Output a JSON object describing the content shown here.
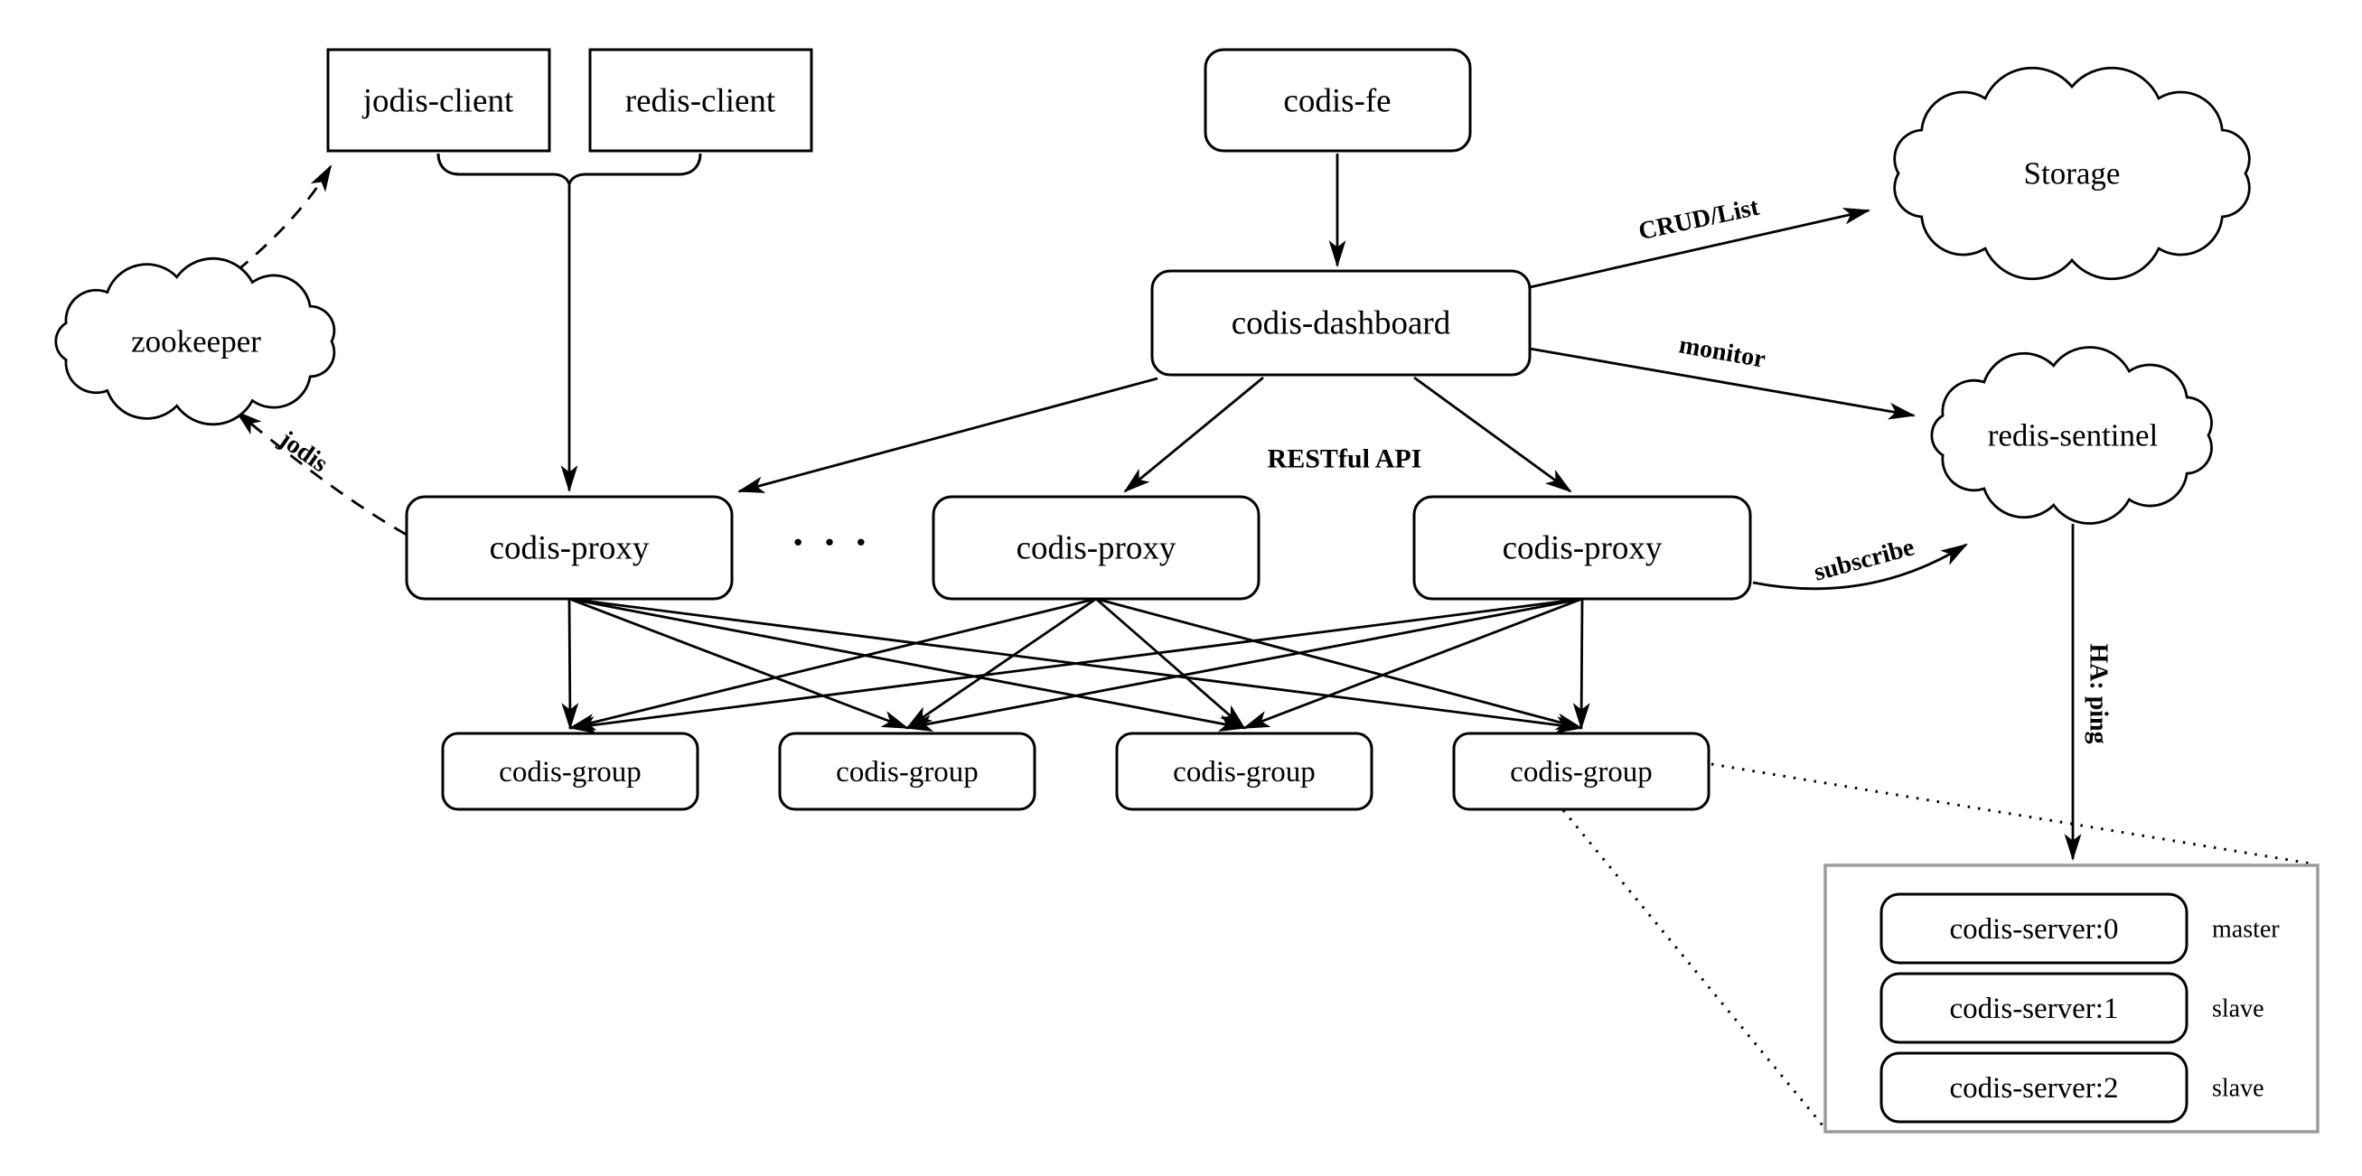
{
  "nodes": {
    "jodis_client": {
      "label": "jodis-client"
    },
    "redis_client": {
      "label": "redis-client"
    },
    "codis_fe": {
      "label": "codis-fe"
    },
    "storage": {
      "label": "Storage"
    },
    "zookeeper": {
      "label": "zookeeper"
    },
    "codis_dashboard": {
      "label": "codis-dashboard"
    },
    "redis_sentinel": {
      "label": "redis-sentinel"
    },
    "proxy_ellipsis": "· · ·",
    "proxies": [
      {
        "label": "codis-proxy"
      },
      {
        "label": "codis-proxy"
      },
      {
        "label": "codis-proxy"
      }
    ],
    "groups": [
      {
        "label": "codis-group"
      },
      {
        "label": "codis-group"
      },
      {
        "label": "codis-group"
      },
      {
        "label": "codis-group"
      }
    ],
    "servers": [
      {
        "label": "codis-server:0",
        "role": "master"
      },
      {
        "label": "codis-server:1",
        "role": "slave"
      },
      {
        "label": "codis-server:2",
        "role": "slave"
      }
    ]
  },
  "edge_labels": {
    "crud_list": "CRUD/List",
    "monitor": "monitor",
    "restful_api": "RESTful API",
    "subscribe": "subscribe",
    "jodis": "jodis",
    "ha_ping": "HA: ping"
  },
  "colors": {
    "ink": "#000000",
    "server_box_border": "#9b9b9b",
    "background": "#ffffff"
  }
}
